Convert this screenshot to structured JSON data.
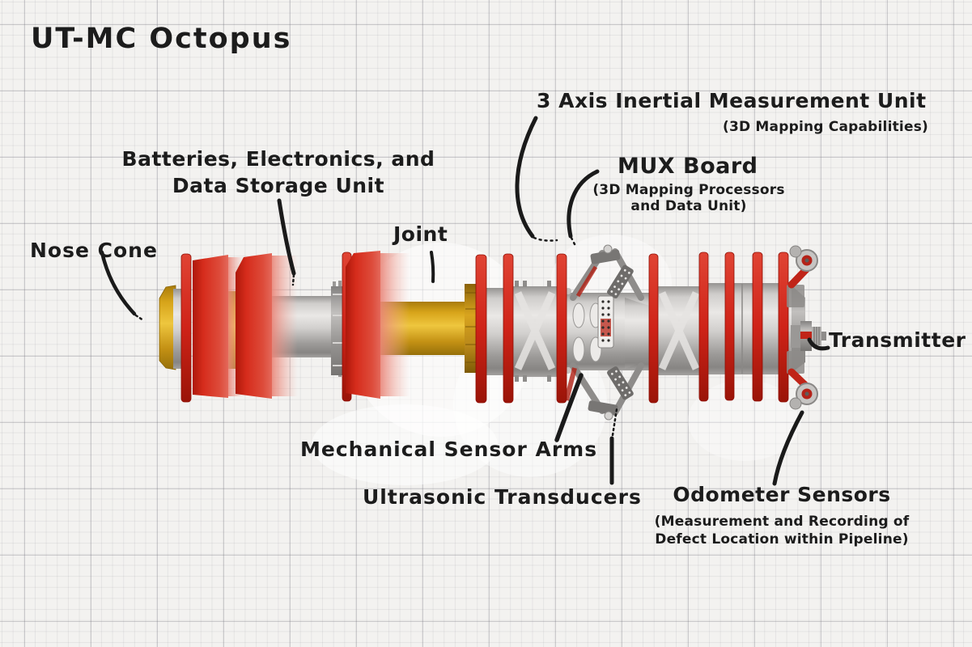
{
  "title": "UT-MC Octopus",
  "labels": {
    "nose_cone": "Nose Cone",
    "batteries": {
      "line1": "Batteries, Electronics, and",
      "line2": "Data Storage Unit"
    },
    "joint": "Joint",
    "imu": {
      "main": "3 Axis Inertial Measurement Unit",
      "sub": "(3D Mapping Capabilities)"
    },
    "mux": {
      "main": "MUX Board",
      "sub1": "(3D Mapping Processors",
      "sub2": "and Data Unit)"
    },
    "transmitter": "Transmitter",
    "mechanical_arms": "Mechanical Sensor Arms",
    "ultrasonic": "Ultrasonic Transducers",
    "odometer": {
      "main": "Odometer Sensors",
      "sub1": "(Measurement and Recording of",
      "sub2": "Defect Location within Pipeline)"
    }
  },
  "colors": {
    "paper": "#f3f2f0",
    "ink": "#1c1c1c",
    "cup_red": "#cf2318",
    "cup_red_dark": "#9a1408",
    "joint_yellow": "#d9a81c",
    "metal_gray": "#b4b2b0"
  }
}
